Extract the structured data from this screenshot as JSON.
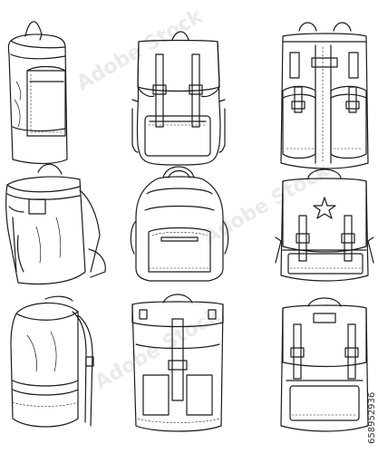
{
  "image_id_caption": "658952936",
  "watermark": "Adobe Stock",
  "items": [
    {
      "kind": "roll-top-backpack-side"
    },
    {
      "kind": "flap-backpack-two-straps"
    },
    {
      "kind": "zip-backpack-two-pockets"
    },
    {
      "kind": "roll-top-backpack-perspective"
    },
    {
      "kind": "diaper-bag-backpack"
    },
    {
      "kind": "flap-backpack-star"
    },
    {
      "kind": "drawstring-backpack"
    },
    {
      "kind": "roll-top-backpack-center-strap"
    },
    {
      "kind": "satchel-backpack-label"
    }
  ]
}
